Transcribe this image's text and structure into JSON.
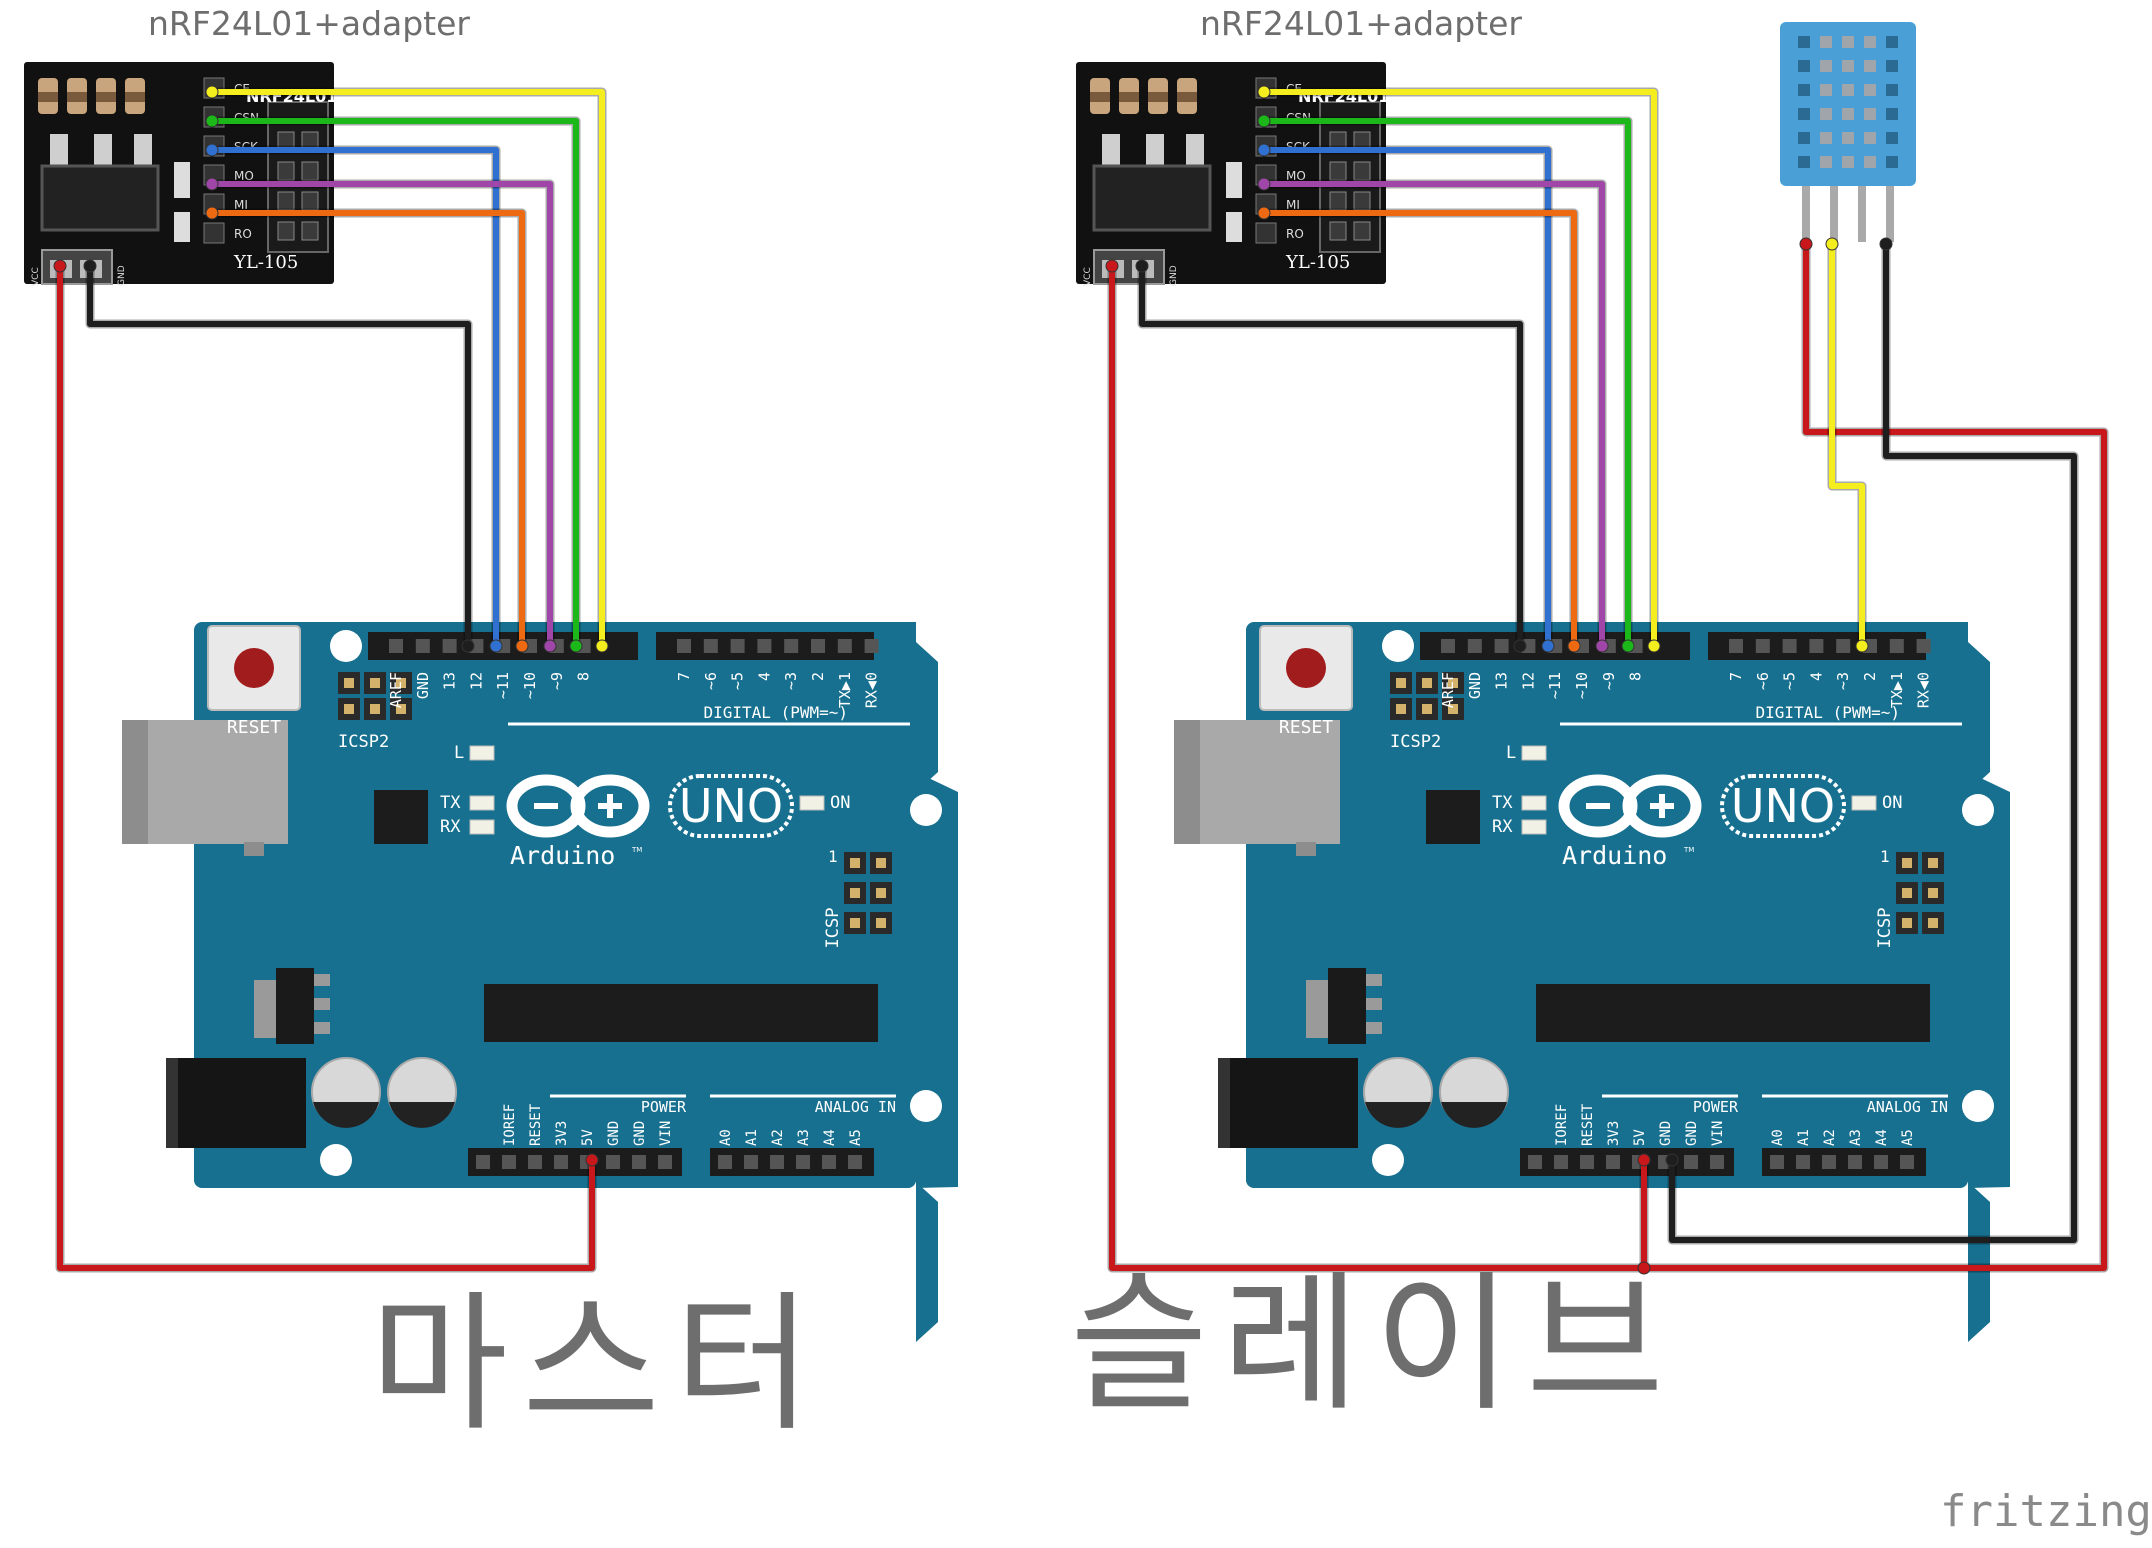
{
  "colors": {
    "background": "#ffffff",
    "board": "#17708f",
    "board_edge": "#0f5b75",
    "board_ink": "#ffffff",
    "header_black": "#1c1c1c",
    "module_black": "#111111",
    "dht_blue": "#4aa0d6",
    "label_gray": "#6e6e6e",
    "wire_red": "#c8181b",
    "wire_black": "#1e1e1e",
    "wire_yellow": "#f4ee1e",
    "wire_green": "#1cb81a",
    "wire_blue": "#3070d0",
    "wire_orange": "#ee6a12",
    "wire_purple": "#a046a8"
  },
  "master": {
    "module_label": "nRF24L01+adapter",
    "caption": "마스터"
  },
  "slave": {
    "module_label": "nRF24L01+adapter",
    "caption": "슬레이브"
  },
  "module": {
    "chip_label": "NRF24L01",
    "model_label": "YL-105",
    "pins": [
      "CE",
      "CSN",
      "SCK",
      "MO",
      "MI",
      "RO"
    ],
    "power_pins": [
      "VCC",
      "GND"
    ]
  },
  "arduino": {
    "reset_label": "RESET",
    "icsp2_label": "ICSP2",
    "icsp_label": "ICSP",
    "icsp_pin1": "1",
    "l_label": "L",
    "tx_label": "TX",
    "rx_label": "RX",
    "on_label": "ON",
    "brand": "Arduino",
    "tm": "TM",
    "model": "UNO",
    "digital_label": "DIGITAL (PWM=~)",
    "power_label": "POWER",
    "analog_label": "ANALOG IN",
    "digital_pins": [
      "AREF",
      "GND",
      "13",
      "12",
      "~11",
      "~10",
      "~9",
      "8",
      "7",
      "~6",
      "~5",
      "4",
      "~3",
      "2",
      "TX▶1",
      "RX◀0"
    ],
    "power_pins": [
      "IOREF",
      "RESET",
      "3V3",
      "5V",
      "GND",
      "GND",
      "VIN"
    ],
    "analog_pins": [
      "A0",
      "A1",
      "A2",
      "A3",
      "A4",
      "A5"
    ]
  },
  "watermark": "fritzing",
  "icons": {
    "module": "nrf24l01-adapter-icon",
    "board": "arduino-uno-board-icon",
    "sensor": "dht11-sensor-icon"
  }
}
